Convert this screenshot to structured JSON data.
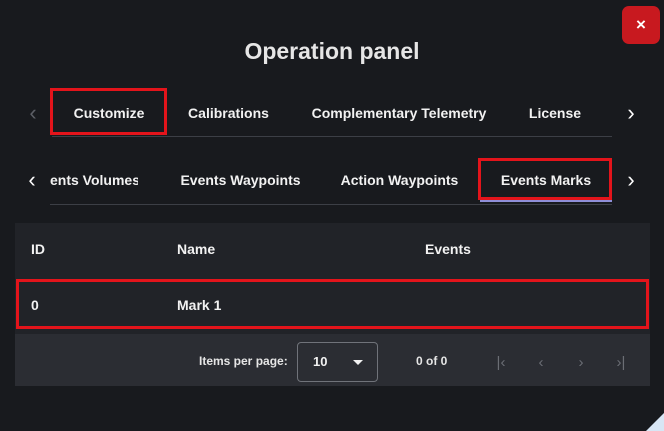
{
  "dialog": {
    "title": "Operation panel",
    "close_label": "×"
  },
  "tabs_primary": [
    "Customize",
    "Calibrations",
    "Complementary Telemetry",
    "License"
  ],
  "tabs_secondary": [
    "Events Volumes",
    "Events Waypoints",
    "Action Waypoints",
    "Events Marks"
  ],
  "tabs_secondary_visible_first": "ents Volumes",
  "table": {
    "columns": [
      "ID",
      "Name",
      "Events"
    ],
    "rows": [
      {
        "id": "0",
        "name": "Mark 1",
        "events": ""
      }
    ]
  },
  "pagination": {
    "items_per_page_label": "Items per page:",
    "items_per_page_value": "10",
    "range_label": "0 of 0"
  },
  "icons": {
    "chevron_left": "‹",
    "chevron_right": "›",
    "first": "|‹",
    "prev": "‹",
    "next": "›",
    "last": "›|"
  },
  "colors": {
    "background": "#181a1e",
    "close_button": "#c8191f",
    "highlight": "#e3141b",
    "tab_indicator": "#8f8fd8"
  }
}
